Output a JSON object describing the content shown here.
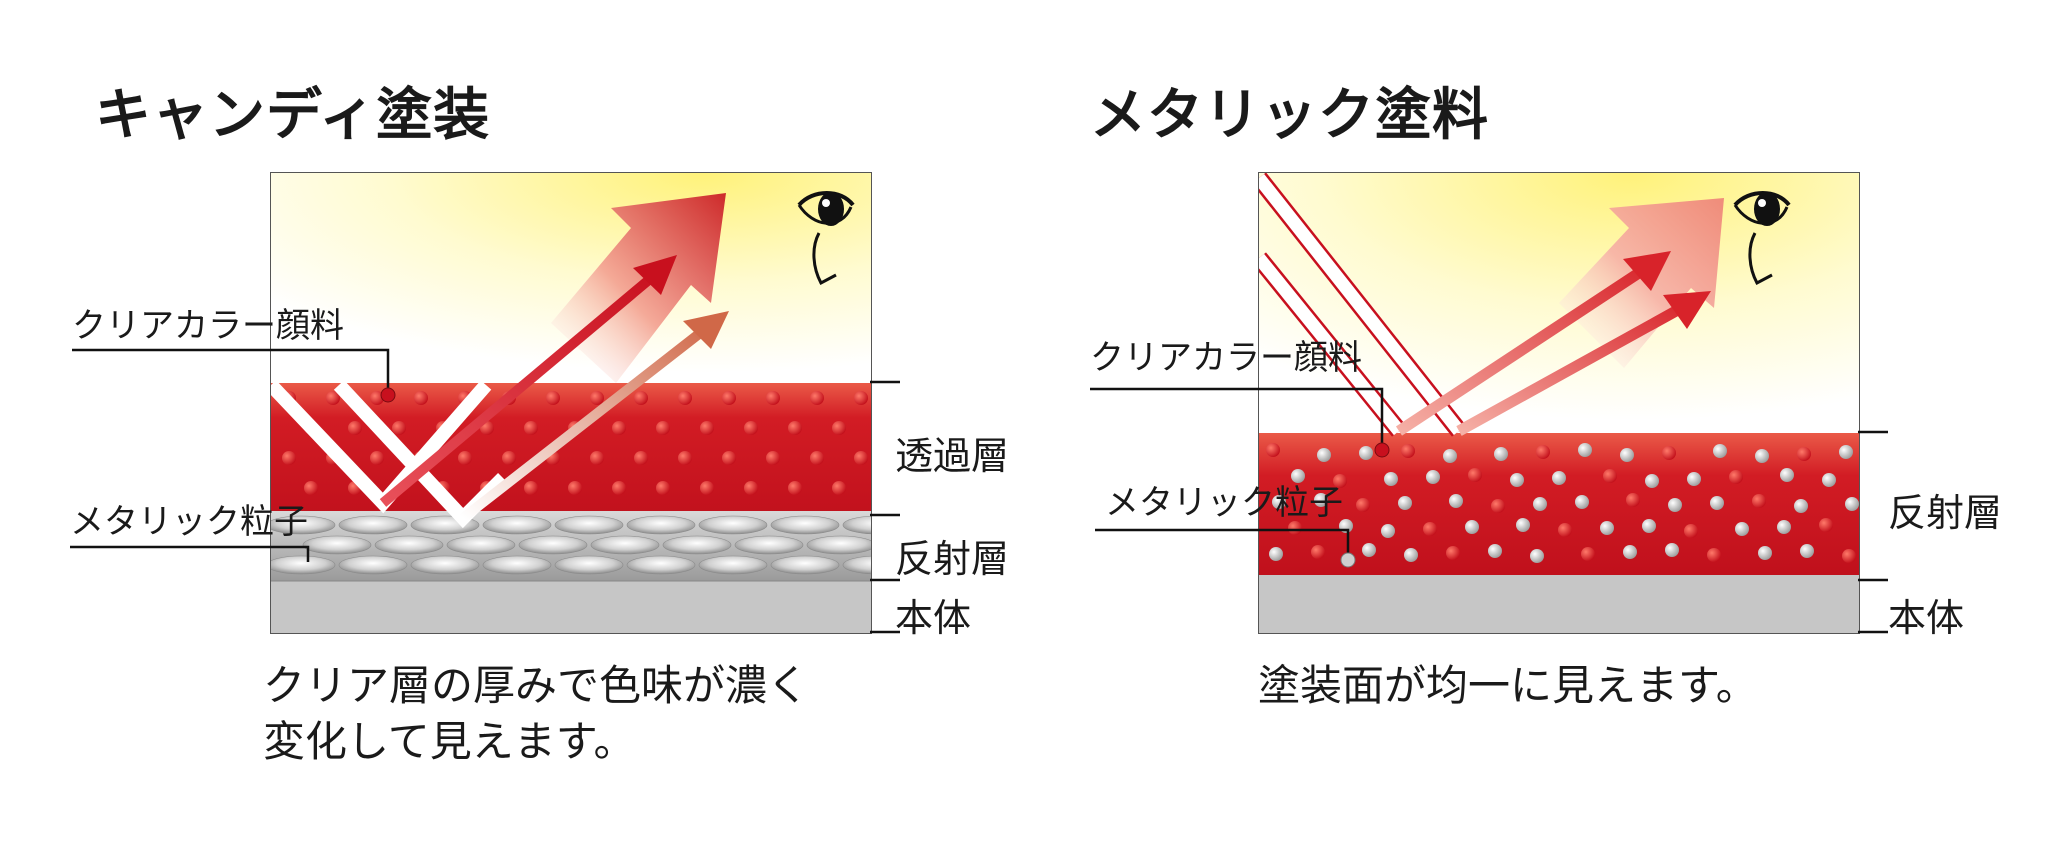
{
  "left_panel": {
    "title": "キャンディ塗装",
    "callouts": {
      "pigment": "クリアカラー顔料",
      "metallic": "メタリック粒子"
    },
    "layers": {
      "transmission": "透過層",
      "reflection": "反射層",
      "body": "本体"
    },
    "caption_lines": [
      "クリア層の厚みで色味が濃く",
      "変化して見えます。"
    ]
  },
  "right_panel": {
    "title": "メタリック塗料",
    "callouts": {
      "pigment": "クリアカラー顔料",
      "metallic": "メタリック粒子"
    },
    "layers": {
      "reflection": "反射層",
      "body": "本体"
    },
    "caption_lines": [
      "塗装面が均一に見えます。"
    ]
  },
  "colors": {
    "paint_red": "#cc1020",
    "paint_red_light": "#ea5040",
    "silver": "#b8b8b8",
    "body_gray": "#c6c6c6",
    "light_yellow": "#fff59a",
    "arrow_red": "#d8232a",
    "arrow_pink": "#f08a80"
  },
  "icons": [
    "eye-icon"
  ]
}
